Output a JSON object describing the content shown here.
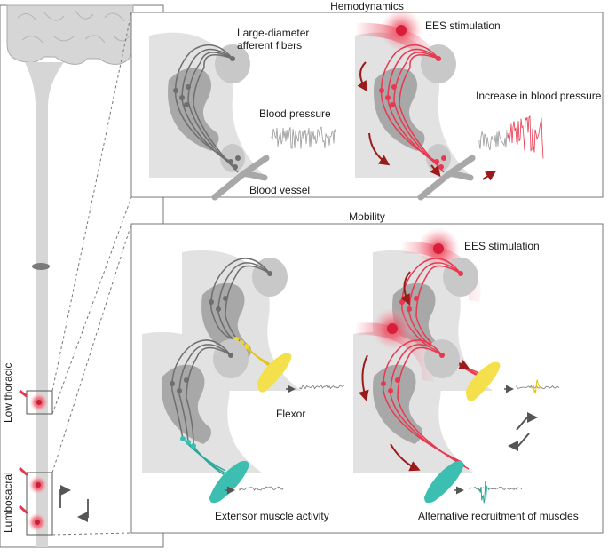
{
  "headers": {
    "hemodynamics": "Hemodynamics",
    "mobility": "Mobility"
  },
  "spinal_labels": {
    "low_thoracic": "Low thoracic",
    "lumbosacral": "Lumbosacral"
  },
  "hemodynamics_panel": {
    "afferent_label_line1": "Large-diameter",
    "afferent_label_line2": "afferent fibers",
    "blood_pressure": "Blood pressure",
    "blood_vessel": "Blood vessel",
    "ees_stimulation": "EES stimulation",
    "increase_bp": "Increase in blood pressure"
  },
  "mobility_panel": {
    "ees_stimulation": "EES stimulation",
    "flexor": "Flexor",
    "extensor_activity": "Extensor muscle activity",
    "alternative_recruitment": "Alternative recruitment of muscles"
  },
  "colors": {
    "cord_gray": "#d6d6d6",
    "dark_gray": "#a8a8a8",
    "fiber_gray": "#6e6e6e",
    "ees_red": "#e8384f",
    "arrow_red": "#9b1b1b",
    "flexor_yellow": "#f4e04d",
    "extensor_teal": "#3cbfb0"
  }
}
